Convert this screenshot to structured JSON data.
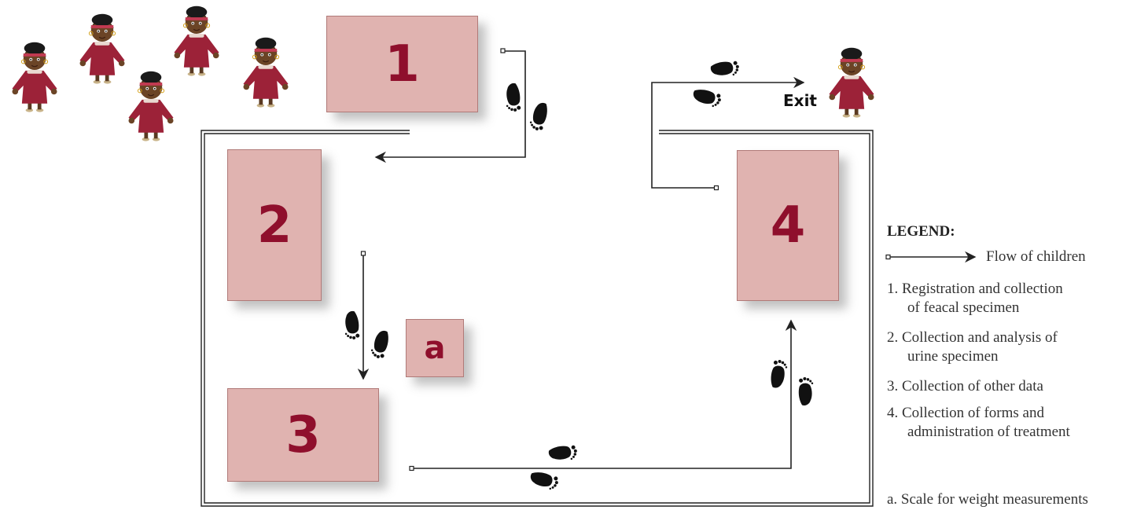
{
  "stations": [
    {
      "id": "1",
      "label": "1"
    },
    {
      "id": "2",
      "label": "2"
    },
    {
      "id": "3",
      "label": "3"
    },
    {
      "id": "4",
      "label": "4"
    },
    {
      "id": "a",
      "label": "a"
    }
  ],
  "exit_label": "Exit",
  "legend": {
    "title": "LEGEND:",
    "flow_label": "Flow of children",
    "items": [
      {
        "line1": "1. Registration and collection",
        "line2": "of feacal specimen"
      },
      {
        "line1": "2. Collection and analysis of",
        "line2": "urine specimen"
      },
      {
        "line1": "3. Collection of other data",
        "line2": ""
      },
      {
        "line1": "4. Collection of forms and",
        "line2": "administration of treatment"
      }
    ],
    "scale_note": "a. Scale for weight measurements"
  },
  "icons": {
    "child": "child-figure-icon",
    "footprints": "footprints-icon",
    "flow_arrow": "arrow-right-icon"
  },
  "colors": {
    "station_fill": "#e0b3b0",
    "station_text": "#8f0f2c",
    "robe": "#9c2238"
  }
}
